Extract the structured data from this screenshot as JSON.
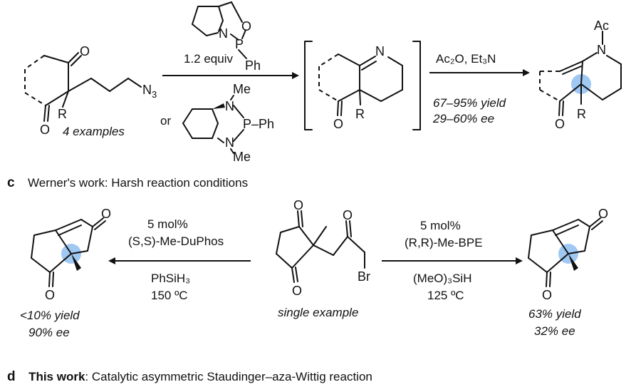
{
  "scheme_b": {
    "reagent_equiv": "1.2 equiv",
    "or_label": "or",
    "substrate_examples": "4 examples",
    "conditions": "Ac₂O, Et₃N",
    "yield": "67–95% yield",
    "ee": "29–60% ee",
    "atoms": {
      "O": "O",
      "N": "N",
      "P": "P",
      "Ph": "Ph",
      "R": "R",
      "N3": "N",
      "N3_sub": "3",
      "Me": "Me",
      "Ac": "Ac",
      "P_Ph": "P–Ph"
    }
  },
  "section_c": {
    "letter": "c",
    "title": "Werner's work: Harsh reaction conditions",
    "left_catalyst_loading": "5 mol%",
    "left_catalyst": "(S,S)-Me-DuPhos",
    "left_reductant": "PhSiH₃",
    "left_temp": "150 ºC",
    "left_yield": "<10% yield",
    "left_ee": "90% ee",
    "substrate_note": "single example",
    "right_catalyst_loading": "5 mol%",
    "right_catalyst": "(R,R)-Me-BPE",
    "right_reductant": "(MeO)₃SiH",
    "right_temp": "125 ºC",
    "right_yield": "63% yield",
    "right_ee": "32% ee",
    "atoms": {
      "O": "O",
      "Br": "Br"
    }
  },
  "section_d": {
    "letter": "d",
    "title_bold": "This work",
    "title_rest": ": Catalytic asymmetric Staudinger–aza-Wittig reaction"
  },
  "colors": {
    "highlight": "#7fb6ee",
    "ink": "#111111"
  }
}
